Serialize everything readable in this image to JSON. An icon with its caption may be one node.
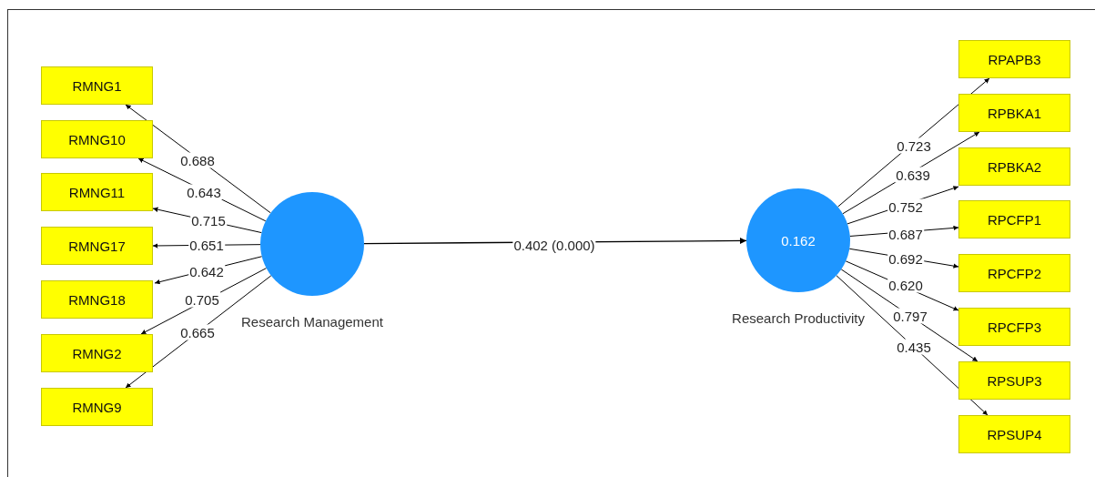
{
  "diagram": {
    "nodes": [
      {
        "text": [
          "Research Management"
        ]
      },
      {
        "text": [
          "RMNG1"
        ]
      },
      {
        "text": [
          "RMNG10"
        ]
      },
      {
        "text": [
          "RMNG11"
        ]
      },
      {
        "text": [
          "RMNG17"
        ]
      },
      {
        "text": [
          "RMNG18"
        ]
      },
      {
        "text": [
          "RMNG2"
        ]
      },
      {
        "text": [
          "RMNG9"
        ]
      },
      {
        "text": [
          "0.162",
          "Research Productivity"
        ]
      },
      {
        "text": [
          "RPAPB3"
        ]
      },
      {
        "text": [
          "RPBKA1"
        ]
      },
      {
        "text": [
          "RPBKA2"
        ]
      },
      {
        "text": [
          "RPCFP1"
        ]
      },
      {
        "text": [
          "RPCFP2"
        ]
      },
      {
        "text": [
          "RPCFP3"
        ]
      },
      {
        "text": [
          "RPSUP3"
        ]
      },
      {
        "text": [
          "RPSUP4"
        ]
      }
    ],
    "edges": [
      {
        "from": 0,
        "to": 1,
        "arrow": "to",
        "label": "0.688"
      },
      {
        "from": 0,
        "to": 2,
        "arrow": "to",
        "label": "0.643"
      },
      {
        "from": 0,
        "to": 3,
        "arrow": "to",
        "label": "0.715"
      },
      {
        "from": 0,
        "to": 4,
        "arrow": "to",
        "label": "0.651"
      },
      {
        "from": 0,
        "to": 5,
        "arrow": "to",
        "label": "0.642"
      },
      {
        "from": 0,
        "to": 6,
        "arrow": "to",
        "label": "0.705"
      },
      {
        "from": 0,
        "to": 7,
        "arrow": "to",
        "label": "0.665"
      },
      {
        "from": 0,
        "to": 8,
        "arrow": "to",
        "label": "0.402 (0.000)"
      },
      {
        "from": 8,
        "to": 9,
        "arrow": "to",
        "label": "0.723"
      },
      {
        "from": 8,
        "to": 10,
        "arrow": "to",
        "label": "0.639"
      },
      {
        "from": 8,
        "to": 11,
        "arrow": "to",
        "label": "0.752"
      },
      {
        "from": 8,
        "to": 12,
        "arrow": "to",
        "label": "0.687"
      },
      {
        "from": 8,
        "to": 13,
        "arrow": "to",
        "label": "0.692"
      },
      {
        "from": 8,
        "to": 14,
        "arrow": "to",
        "label": "0.620"
      },
      {
        "from": 8,
        "to": 15,
        "arrow": "to",
        "label": "0.797"
      },
      {
        "from": 8,
        "to": 16,
        "arrow": "to",
        "label": "0.435"
      }
    ]
  }
}
